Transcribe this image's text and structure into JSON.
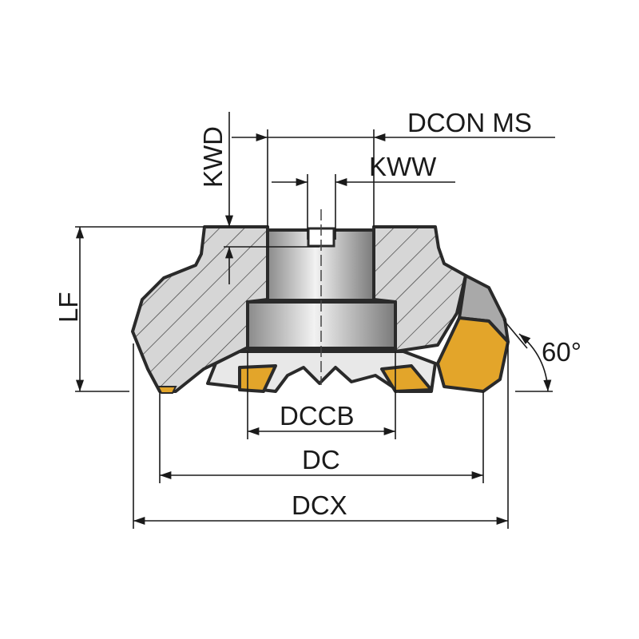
{
  "diagram": {
    "labels": {
      "dcon": "DCON MS",
      "kww": "KWW",
      "kwd": "KWD",
      "lf": "LF",
      "dccb": "DCCB",
      "dc": "DC",
      "dcx": "DCX",
      "angle": "60°"
    },
    "colors": {
      "body": "#d4d4d4",
      "insert": "#e3a52a",
      "outline": "#2a2a2a"
    }
  }
}
